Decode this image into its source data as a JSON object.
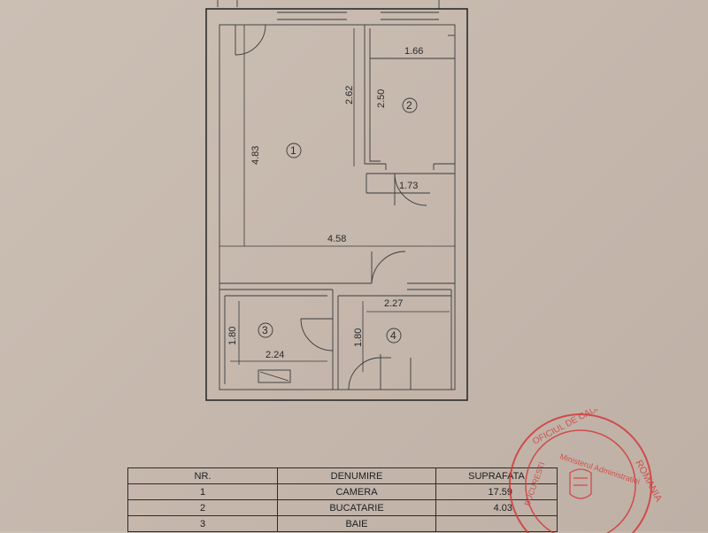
{
  "plan": {
    "dimensions": {
      "room1_height": "4.83",
      "room1_inner": "2.62",
      "kitchen_height": "2.50",
      "kitchen_width": "1.66",
      "kitchen_door": "1.73",
      "room1_width": "4.58",
      "hall_width": "2.27",
      "bath_height": "1.80",
      "hall_height": "1.80",
      "bath_width": "2.24"
    },
    "room_numbers": [
      "1",
      "2",
      "3",
      "4"
    ]
  },
  "table": {
    "headers": [
      "NR.",
      "DENUMIRE",
      "SUPRAFATA"
    ],
    "rows": [
      {
        "nr": "1",
        "denumire": "CAMERA",
        "suprafata": "17.59"
      },
      {
        "nr": "2",
        "denumire": "BUCATARIE",
        "suprafata": "4.03"
      },
      {
        "nr": "3",
        "denumire": "BAIE",
        "suprafata": ""
      }
    ]
  },
  "stamp": {
    "outer_text": "OFICIUL DE CADASTRU SI PUBLICITATE IMOBILIARA",
    "inner_text": "Ministerul Administratiei",
    "side_text": "ROMANIA",
    "city": "BUCURESTI",
    "color": "#d23a3a"
  }
}
